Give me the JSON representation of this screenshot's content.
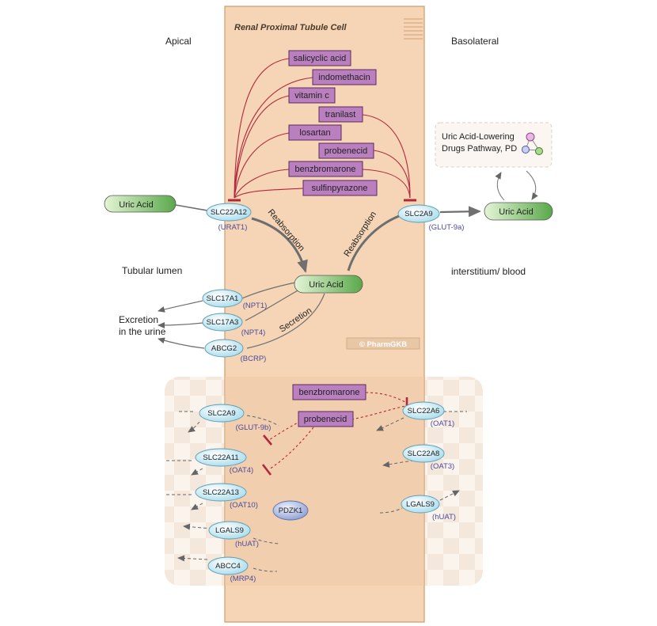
{
  "cell": {
    "title": "Renal Proximal Tubule Cell"
  },
  "regions": {
    "apical": "Apical",
    "basolateral": "Basolateral",
    "lumen": "Tubular lumen",
    "blood": "interstitium/ blood",
    "excretion_line1": "Excretion",
    "excretion_line2": "in the urine"
  },
  "process_labels": {
    "reabsorption_left": "Reabsorption",
    "reabsorption_right": "Reabsorption",
    "secretion": "Secretion"
  },
  "pathway_box": {
    "line1": "Uric Acid-Lowering",
    "line2": "Drugs Pathway, PD"
  },
  "watermark": "© PharmGKB",
  "metabolites": {
    "lumen_uric_acid": "Uric Acid",
    "cell_uric_acid": "Uric Acid",
    "blood_uric_acid": "Uric Acid"
  },
  "drugs_top": [
    "salicyclic acid",
    "indomethacin",
    "vitamin c",
    "tranilast",
    "losartan",
    "probenecid",
    "benzbromarone",
    "sulfinpyrazone"
  ],
  "drugs_bottom": {
    "benzbromarone": "benzbromarone",
    "probenecid": "probenecid"
  },
  "transporters": {
    "slc22a12": {
      "name": "SLC22A12",
      "alias": "(URAT1)"
    },
    "slc2a9_top": {
      "name": "SLC2A9",
      "alias": "(GLUT-9a)"
    },
    "slc17a1": {
      "name": "SLC17A1",
      "alias": "(NPT1)"
    },
    "slc17a3": {
      "name": "SLC17A3",
      "alias": "(NPT4)"
    },
    "abcg2": {
      "name": "ABCG2",
      "alias": "(BCRP)"
    },
    "slc2a9_bottom": {
      "name": "SLC2A9",
      "alias": "(GLUT-9b)"
    },
    "slc22a11": {
      "name": "SLC22A11",
      "alias": "(OAT4)"
    },
    "slc22a13": {
      "name": "SLC22A13",
      "alias": "(OAT10)"
    },
    "lgals9_left": {
      "name": "LGALS9",
      "alias": "(hUAT)"
    },
    "abcc4": {
      "name": "ABCC4",
      "alias": "(MRP4)"
    },
    "slc22a6": {
      "name": "SLC22A6",
      "alias": "(OAT1)"
    },
    "slc22a8": {
      "name": "SLC22A8",
      "alias": "(OAT3)"
    },
    "lgals9_right": {
      "name": "LGALS9",
      "alias": "(hUAT)"
    },
    "pdzk1": {
      "name": "PDZK1"
    }
  },
  "colors": {
    "cell_fill": "#f6d7b8",
    "cell_border": "#c98f5c",
    "drug_fill": "#b97fbf",
    "drug_border": "#5a2a5e",
    "transporter_fill": "#cdeef7",
    "transporter_border": "#5b9db4",
    "metabolite_fill": "#7cc36a",
    "inhibition": "#b3273c",
    "arrow": "#6b6b6b"
  }
}
